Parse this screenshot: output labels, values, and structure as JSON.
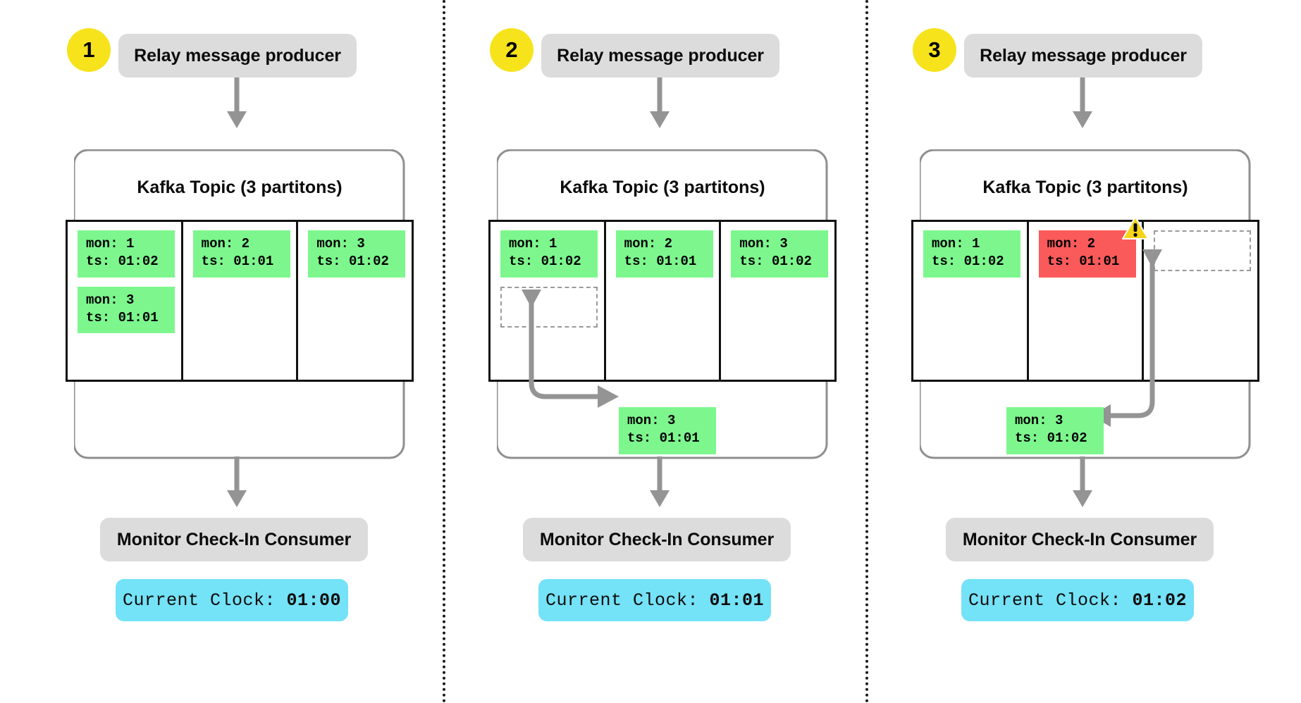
{
  "diagram": {
    "title": "Kafka relay message ordering across 3 steps",
    "colors": {
      "badge": "#F7E31C",
      "box": "#DCDCDC",
      "message_ok": "#7DF78D",
      "message_error": "#FB5A5A",
      "clock": "#74E2F7",
      "arrow": "#949494",
      "partition_border": "#111111",
      "divider": "#1a1a1a"
    },
    "labels": {
      "producer": "Relay message producer",
      "kafka_topic": "Kafka Topic (3 partitons)",
      "consumer": "Monitor Check-In Consumer",
      "clock_label": "Current Clock: "
    },
    "icons": {
      "warning": "warning-triangle-icon",
      "arrow_down": "arrow-down-icon"
    }
  },
  "panels": [
    {
      "step": "1",
      "producer": "Relay message producer",
      "kafka_title": "Kafka Topic (3 partitons)",
      "consumer": "Monitor Check-In Consumer",
      "clock_label": "Current Clock: ",
      "clock_value": "01:00",
      "partitions": [
        {
          "name": "partition-0",
          "messages": [
            {
              "mon": "mon: 1",
              "ts": "ts: 01:02",
              "state": "ok",
              "warning": false
            },
            {
              "mon": "mon: 3",
              "ts": "ts: 01:01",
              "state": "ok",
              "warning": false
            }
          ]
        },
        {
          "name": "partition-1",
          "messages": [
            {
              "mon": "mon: 2",
              "ts": "ts: 01:01",
              "state": "ok",
              "warning": false
            }
          ]
        },
        {
          "name": "partition-2",
          "messages": [
            {
              "mon": "mon: 3",
              "ts": "ts: 01:02",
              "state": "ok",
              "warning": false
            }
          ]
        }
      ],
      "emitted": null
    },
    {
      "step": "2",
      "producer": "Relay message producer",
      "kafka_title": "Kafka Topic (3 partitons)",
      "consumer": "Monitor Check-In Consumer",
      "clock_label": "Current Clock: ",
      "clock_value": "01:01",
      "partitions": [
        {
          "name": "partition-0",
          "messages": [
            {
              "mon": "mon: 1",
              "ts": "ts: 01:02",
              "state": "ok",
              "warning": false
            },
            {
              "mon": "",
              "ts": "",
              "state": "ghost",
              "warning": false
            }
          ]
        },
        {
          "name": "partition-1",
          "messages": [
            {
              "mon": "mon: 2",
              "ts": "ts: 01:01",
              "state": "ok",
              "warning": false
            }
          ]
        },
        {
          "name": "partition-2",
          "messages": [
            {
              "mon": "mon: 3",
              "ts": "ts: 01:02",
              "state": "ok",
              "warning": false
            }
          ]
        }
      ],
      "emitted": {
        "mon": "mon: 3",
        "ts": "ts: 01:01",
        "state": "ok"
      }
    },
    {
      "step": "3",
      "producer": "Relay message producer",
      "kafka_title": "Kafka Topic (3 partitons)",
      "consumer": "Monitor Check-In Consumer",
      "clock_label": "Current Clock: ",
      "clock_value": "01:02",
      "partitions": [
        {
          "name": "partition-0",
          "messages": [
            {
              "mon": "mon: 1",
              "ts": "ts: 01:02",
              "state": "ok",
              "warning": false
            }
          ]
        },
        {
          "name": "partition-1",
          "messages": [
            {
              "mon": "mon: 2",
              "ts": "ts: 01:01",
              "state": "error",
              "warning": true
            }
          ]
        },
        {
          "name": "partition-2",
          "messages": [
            {
              "mon": "",
              "ts": "",
              "state": "ghost",
              "warning": false
            }
          ]
        }
      ],
      "emitted": {
        "mon": "mon: 3",
        "ts": "ts: 01:02",
        "state": "ok"
      }
    }
  ]
}
